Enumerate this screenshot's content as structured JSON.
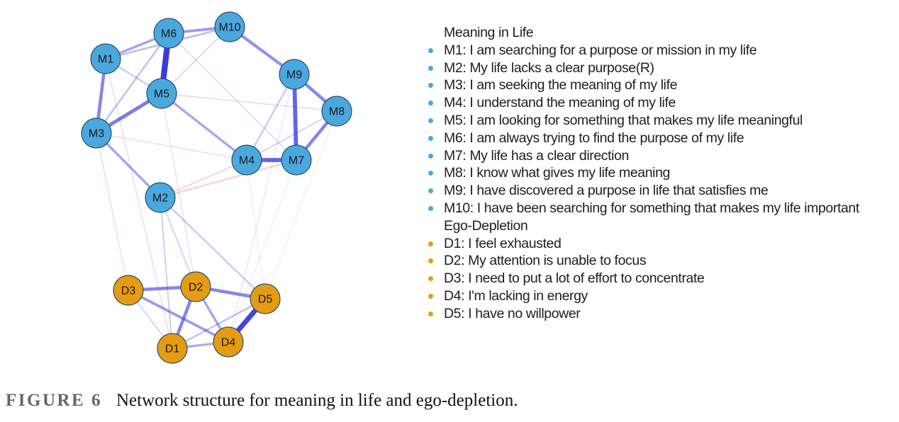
{
  "figure": {
    "label": "FIGURE 6",
    "caption": "Network structure for meaning in life and ego-depletion."
  },
  "colors": {
    "meaning_node": "#4aa8df",
    "depletion_node": "#e59c12",
    "positive_edge": "#3a3ae0",
    "negative_edge": "#e07a7a",
    "node_border": "#2a4d66"
  },
  "groups": [
    {
      "name": "Meaning in Life",
      "color": "#4aa8df",
      "items": [
        {
          "id": "M1",
          "text": "M1: I am searching for a purpose or mission in my life"
        },
        {
          "id": "M2",
          "text": "M2: My life lacks a clear purpose(R)"
        },
        {
          "id": "M3",
          "text": "M3: I am seeking the meaning of my life"
        },
        {
          "id": "M4",
          "text": "M4: I understand the meaning of my life"
        },
        {
          "id": "M5",
          "text": "M5: I am looking for something that makes my life meaningful"
        },
        {
          "id": "M6",
          "text": "M6: I am always trying to find the purpose of my life"
        },
        {
          "id": "M7",
          "text": "M7: My life has a clear direction"
        },
        {
          "id": "M8",
          "text": "M8: I know what gives my life meaning"
        },
        {
          "id": "M9",
          "text": "M9: I have discovered a purpose in life that satisfies me"
        },
        {
          "id": "M10",
          "text": "M10: I have been searching for something that makes my life important"
        }
      ]
    },
    {
      "name": "Ego-Depletion",
      "color": "#e59c12",
      "items": [
        {
          "id": "D1",
          "text": "D1: I feel exhausted"
        },
        {
          "id": "D2",
          "text": "D2: My attention is unable to focus"
        },
        {
          "id": "D3",
          "text": "D3: I need to put a lot of effort to concentrate"
        },
        {
          "id": "D4",
          "text": "D4: I'm lacking in energy"
        },
        {
          "id": "D5",
          "text": "D5: I have no willpower"
        }
      ]
    }
  ],
  "network": {
    "nodes": [
      {
        "id": "M1",
        "group": 0
      },
      {
        "id": "M2",
        "group": 0
      },
      {
        "id": "M3",
        "group": 0
      },
      {
        "id": "M4",
        "group": 0
      },
      {
        "id": "M5",
        "group": 0
      },
      {
        "id": "M6",
        "group": 0
      },
      {
        "id": "M7",
        "group": 0
      },
      {
        "id": "M8",
        "group": 0
      },
      {
        "id": "M9",
        "group": 0
      },
      {
        "id": "M10",
        "group": 0
      },
      {
        "id": "D1",
        "group": 1
      },
      {
        "id": "D2",
        "group": 1
      },
      {
        "id": "D3",
        "group": 1
      },
      {
        "id": "D4",
        "group": 1
      },
      {
        "id": "D5",
        "group": 1
      }
    ],
    "edges": [
      {
        "from": "M5",
        "to": "M6",
        "weight": 0.9,
        "sign": "positive"
      },
      {
        "from": "M4",
        "to": "M7",
        "weight": 0.6,
        "sign": "positive"
      },
      {
        "from": "M7",
        "to": "M9",
        "weight": 0.6,
        "sign": "positive"
      },
      {
        "from": "M4",
        "to": "D5",
        "weight": 0.0,
        "sign": "positive"
      },
      {
        "from": "D4",
        "to": "D5",
        "weight": 0.75,
        "sign": "positive"
      },
      {
        "from": "M3",
        "to": "M5",
        "weight": 0.5,
        "sign": "positive"
      },
      {
        "from": "M1",
        "to": "M3",
        "weight": 0.45,
        "sign": "positive"
      },
      {
        "from": "M8",
        "to": "M9",
        "weight": 0.45,
        "sign": "positive"
      },
      {
        "from": "M7",
        "to": "M8",
        "weight": 0.45,
        "sign": "positive"
      },
      {
        "from": "M9",
        "to": "M10",
        "weight": 0.4,
        "sign": "positive"
      },
      {
        "from": "M6",
        "to": "M10",
        "weight": 0.35,
        "sign": "positive"
      },
      {
        "from": "M1",
        "to": "M6",
        "weight": 0.3,
        "sign": "positive"
      },
      {
        "from": "M1",
        "to": "M10",
        "weight": 0.2,
        "sign": "positive"
      },
      {
        "from": "M3",
        "to": "M2",
        "weight": 0.3,
        "sign": "positive"
      },
      {
        "from": "M5",
        "to": "M4",
        "weight": 0.3,
        "sign": "positive"
      },
      {
        "from": "M1",
        "to": "M5",
        "weight": 0.15,
        "sign": "positive"
      },
      {
        "from": "M3",
        "to": "M6",
        "weight": 0.18,
        "sign": "positive"
      },
      {
        "from": "M4",
        "to": "M9",
        "weight": 0.15,
        "sign": "positive"
      },
      {
        "from": "M4",
        "to": "M8",
        "weight": 0.1,
        "sign": "positive"
      },
      {
        "from": "M5",
        "to": "M8",
        "weight": 0.06,
        "sign": "positive"
      },
      {
        "from": "M5",
        "to": "M10",
        "weight": 0.08,
        "sign": "positive"
      },
      {
        "from": "M6",
        "to": "M7",
        "weight": 0.06,
        "sign": "positive"
      },
      {
        "from": "M3",
        "to": "M4",
        "weight": 0.05,
        "sign": "positive"
      },
      {
        "from": "M2",
        "to": "M4",
        "weight": 0.15,
        "sign": "negative"
      },
      {
        "from": "M2",
        "to": "M7",
        "weight": 0.18,
        "sign": "negative"
      },
      {
        "from": "D2",
        "to": "D3",
        "weight": 0.45,
        "sign": "positive"
      },
      {
        "from": "D2",
        "to": "D5",
        "weight": 0.45,
        "sign": "positive"
      },
      {
        "from": "D1",
        "to": "D2",
        "weight": 0.45,
        "sign": "positive"
      },
      {
        "from": "D2",
        "to": "D4",
        "weight": 0.3,
        "sign": "positive"
      },
      {
        "from": "D3",
        "to": "D4",
        "weight": 0.35,
        "sign": "positive"
      },
      {
        "from": "D1",
        "to": "D4",
        "weight": 0.28,
        "sign": "positive"
      },
      {
        "from": "D1",
        "to": "D5",
        "weight": 0.18,
        "sign": "positive"
      },
      {
        "from": "D1",
        "to": "D3",
        "weight": 0.1,
        "sign": "positive"
      },
      {
        "from": "M2",
        "to": "D5",
        "weight": 0.15,
        "sign": "positive"
      },
      {
        "from": "M2",
        "to": "D1",
        "weight": 0.12,
        "sign": "positive"
      },
      {
        "from": "M2",
        "to": "D2",
        "weight": 0.1,
        "sign": "positive"
      },
      {
        "from": "M3",
        "to": "D3",
        "weight": 0.05,
        "sign": "positive"
      },
      {
        "from": "M1",
        "to": "D1",
        "weight": 0.05,
        "sign": "positive"
      },
      {
        "from": "M5",
        "to": "D2",
        "weight": 0.04,
        "sign": "positive"
      },
      {
        "from": "M7",
        "to": "D4",
        "weight": 0.04,
        "sign": "negative"
      },
      {
        "from": "M8",
        "to": "D5",
        "weight": 0.04,
        "sign": "negative"
      },
      {
        "from": "M9",
        "to": "D4",
        "weight": 0.03,
        "sign": "positive"
      }
    ]
  }
}
